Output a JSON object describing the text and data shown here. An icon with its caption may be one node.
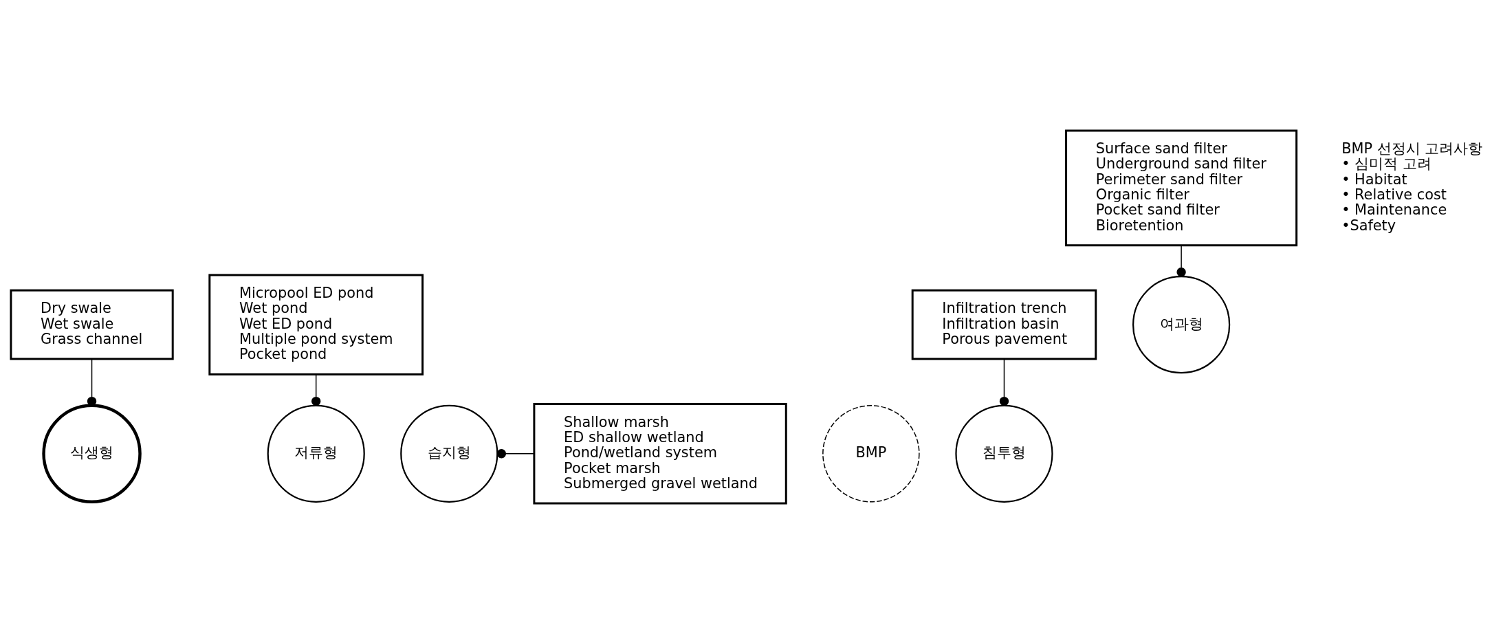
{
  "diagram": {
    "nodes": [
      {
        "text": [
          "Dry swale",
          "Wet swale",
          "Grass channel"
        ]
      },
      {
        "text": [
          "Micropool ED pond",
          "Wet pond",
          "Wet ED pond",
          "Multiple pond system",
          "Pocket pond"
        ]
      },
      {
        "text": [
          "식생형"
        ]
      },
      {
        "text": [
          "저류형"
        ]
      },
      {
        "text": [
          "Shallow marsh",
          "ED shallow wetland",
          "Pond/wetland system",
          "Pocket marsh",
          "Submerged gravel wetland"
        ]
      },
      {
        "text": [
          "습지형"
        ]
      },
      {
        "text": [
          "BMP"
        ]
      },
      {
        "text": [
          "침투형"
        ]
      },
      {
        "text": [
          "Infiltration trench",
          "Infiltration basin",
          "Porous pavement"
        ]
      },
      {
        "text": [
          "여과형"
        ]
      },
      {
        "text": [
          "Surface sand filter",
          "Underground sand filter",
          "Perimeter sand filter",
          "Organic filter",
          "Pocket sand filter",
          "Bioretention"
        ]
      }
    ],
    "edges": [
      {
        "from": 2,
        "to": 0,
        "arrow": "other"
      },
      {
        "from": 3,
        "to": 1,
        "arrow": "other"
      },
      {
        "from": 5,
        "to": 4,
        "arrow": "other"
      },
      {
        "from": 7,
        "to": 8,
        "arrow": "other"
      },
      {
        "from": 9,
        "to": 10,
        "arrow": "other"
      }
    ],
    "labels": [
      "BMP 선정시 고려사항",
      "• 심미적 고려",
      "• Habitat",
      "• Relative cost",
      "• Maintenance",
      "•Safety"
    ]
  }
}
